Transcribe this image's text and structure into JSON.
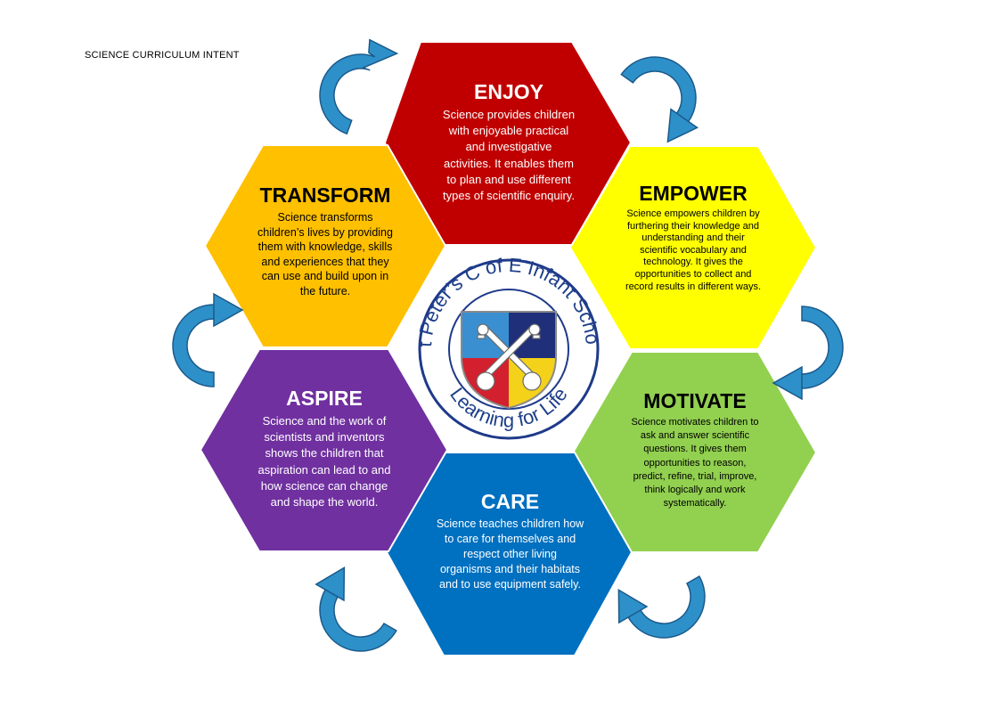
{
  "page_title": "SCIENCE CURRICULUM INTENT",
  "colors": {
    "enjoy": "#c00000",
    "empower": "#ffff00",
    "motivate": "#92d050",
    "care": "#0070c0",
    "aspire": "#7030a0",
    "transform": "#ffc000",
    "arrow": "#2e90c8",
    "crest_blue": "#1f3a8a"
  },
  "values": {
    "enjoy": {
      "title": "ENJOY",
      "lines": [
        "Science provides children",
        "with enjoyable practical",
        "and investigative",
        "activities. It enables them",
        "to plan and use different",
        "types of scientific enquiry."
      ]
    },
    "empower": {
      "title": "EMPOWER",
      "lines": [
        "Science empowers children by",
        "furthering their knowledge and",
        "understanding and their",
        "scientific vocabulary and",
        "technology. It gives the",
        "opportunities to collect and",
        "record results in different ways."
      ]
    },
    "motivate": {
      "title": "MOTIVATE",
      "lines": [
        "Science motivates children to",
        "ask and answer scientific",
        "questions. It gives them",
        "opportunities to reason,",
        "predict, refine, trial, improve,",
        "think logically and work",
        "systematically."
      ]
    },
    "care": {
      "title": "CARE",
      "lines": [
        "Science teaches children how",
        "to care for themselves and",
        "respect other living",
        "organisms and their habitats",
        "and to use equipment safely."
      ]
    },
    "aspire": {
      "title": "ASPIRE",
      "lines": [
        "Science and the work of",
        "scientists and inventors",
        "shows the children that",
        "aspiration can lead to and",
        "how science can change",
        "and shape the world."
      ]
    },
    "transform": {
      "title": "TRANSFORM",
      "lines": [
        "Science transforms",
        "children’s lives by providing",
        "them with knowledge, skills",
        "and experiences that they",
        "can use and build upon in",
        "the future."
      ]
    }
  },
  "logo": {
    "school_name": "St Peter’s C of E Infant School",
    "motto": "Learning for Life"
  },
  "arrows": [
    "arrow-top-left",
    "arrow-top-right",
    "arrow-right",
    "arrow-bottom-right",
    "arrow-bottom-left",
    "arrow-left"
  ]
}
